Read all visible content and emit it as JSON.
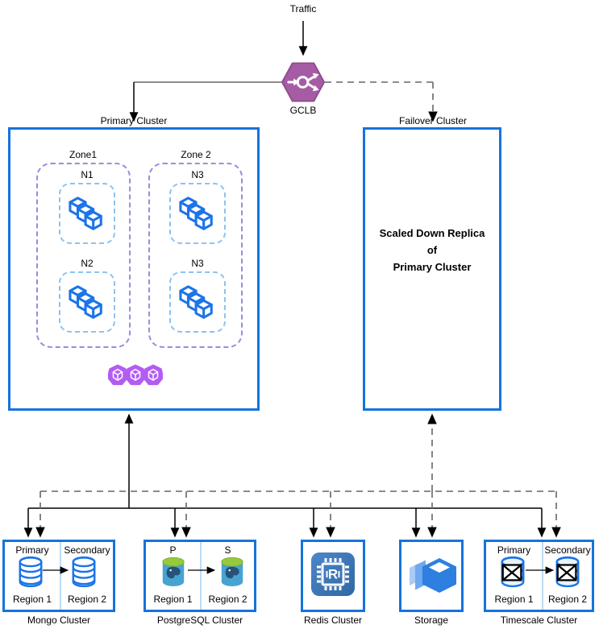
{
  "top": {
    "traffic_label": "Traffic",
    "gclb_label": "GCLB"
  },
  "primary_cluster": {
    "label": "Primary Cluster",
    "zones": [
      {
        "label": "Zone1",
        "nodes": [
          {
            "label": "N1"
          },
          {
            "label": "N2"
          }
        ]
      },
      {
        "label": "Zone 2",
        "nodes": [
          {
            "label": "N3"
          },
          {
            "label": "N3"
          }
        ]
      }
    ]
  },
  "failover_cluster": {
    "label": "Failover Cluster",
    "body_lines": [
      "Scaled Down Replica",
      "of",
      "Primary Cluster"
    ]
  },
  "db_row": {
    "mongo": {
      "caption": "Mongo Cluster",
      "left_role": "Primary",
      "right_role": "Secondary",
      "left_region": "Region 1",
      "right_region": "Region 2"
    },
    "postgres": {
      "caption": "PostgreSQL Cluster",
      "left_role": "P",
      "right_role": "S",
      "left_region": "Region 1",
      "right_region": "Region 2"
    },
    "redis": {
      "caption": "Redis Cluster"
    },
    "storage": {
      "caption": "Storage"
    },
    "timescale": {
      "caption": "Timescale Cluster",
      "left_role": "Primary",
      "right_role": "Secondary",
      "left_region": "Region 1",
      "right_region": "Region 2"
    }
  },
  "icons": {
    "gclb": "load-balancer-icon",
    "node_workload": "container-cubes-icon",
    "pods": "pods-icon",
    "mongo": "database-cylinder-icon",
    "postgres": "postgresql-icon",
    "redis": "redis-chip-icon",
    "storage": "cloud-storage-bucket-icon",
    "timescale": "crossed-database-icon"
  },
  "colors": {
    "box_border_blue": "#1673DD",
    "zone_border_purple": "#9B8AE0",
    "node_border_blue": "#8CC2F0",
    "icon_blue": "#1B74E8",
    "pods_purple": "#B35CF2",
    "gclb_purple": "#A65CA5",
    "wire_gray": "#666666",
    "wire_black": "#000000",
    "divider_blue": "#BCDCF5"
  }
}
